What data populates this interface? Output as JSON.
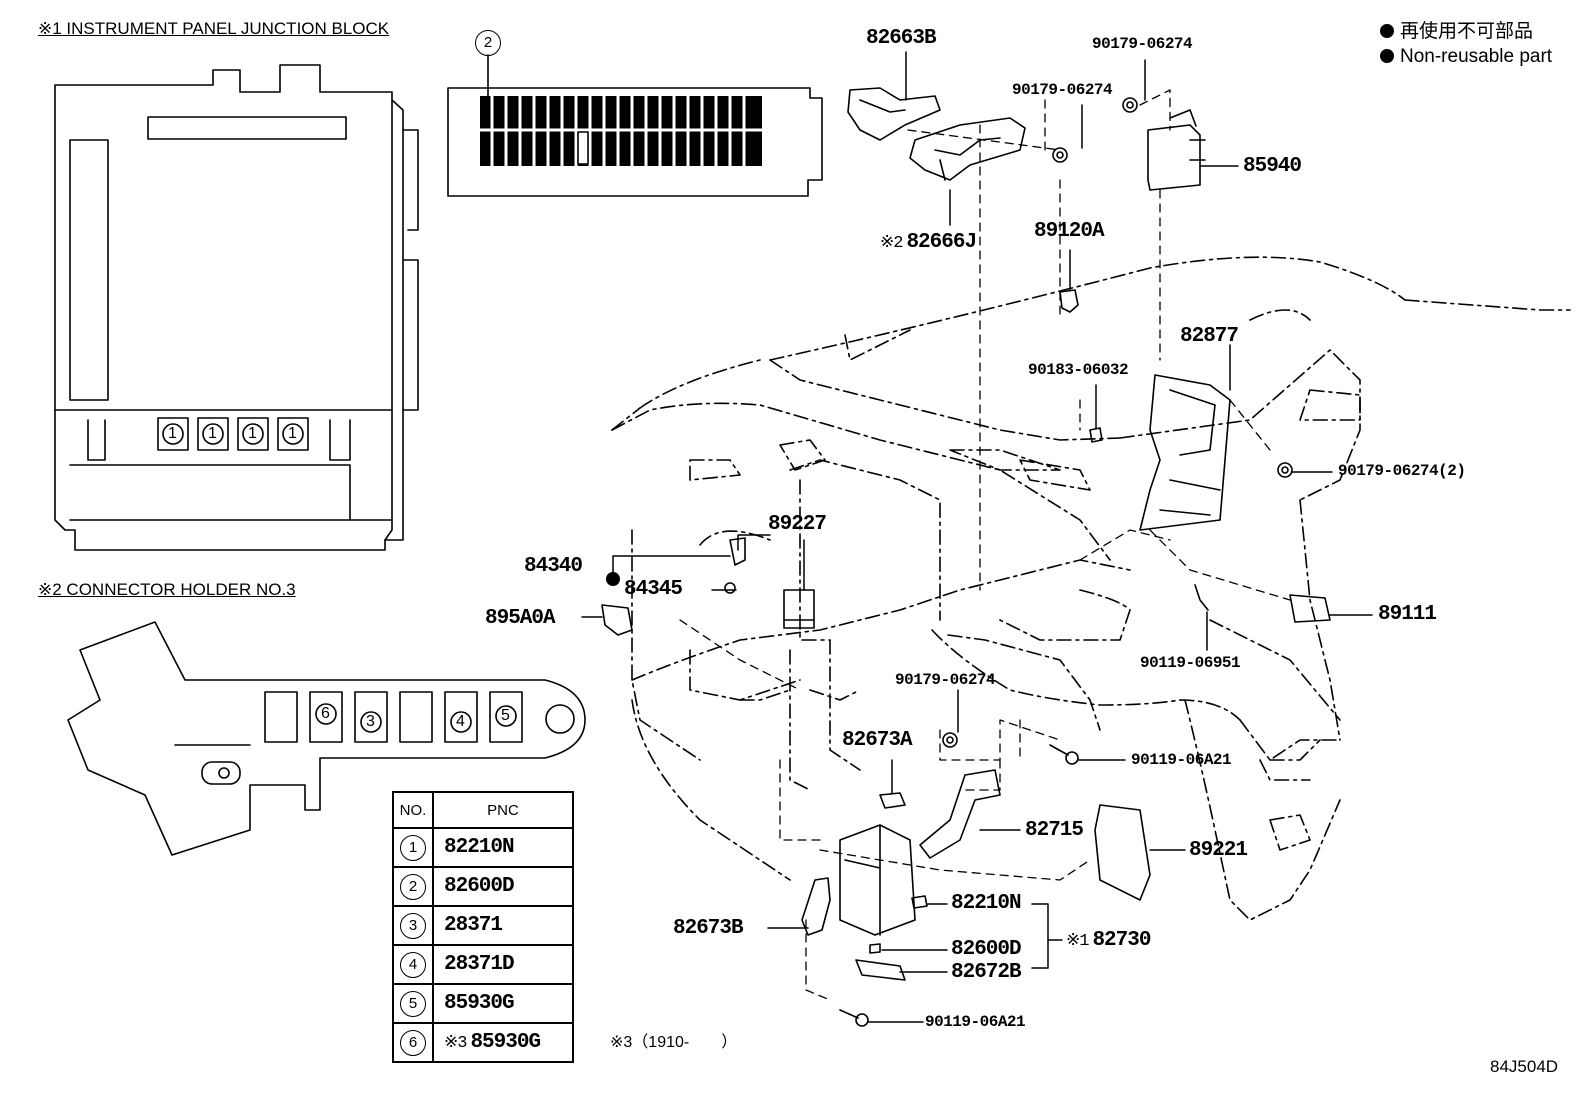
{
  "legend": {
    "line1": "再使用不可部品",
    "line2": "Non-reusable part"
  },
  "captions": {
    "junction_block_title": "※1 INSTRUMENT PANEL JUNCTION BLOCK",
    "connector_holder_title": "※2 CONNECTOR HOLDER NO.3",
    "note3": "※3（1910-　　）",
    "diagram_code": "84J504D"
  },
  "callouts": {
    "c1": "1",
    "c2": "2",
    "c3": "3",
    "c4": "4",
    "c5": "5",
    "c6": "6"
  },
  "parts": {
    "p82663B": "82663B",
    "p90179_a": "90179-06274",
    "p90179_b": "90179-06274",
    "p85940": "85940",
    "p82666J_ref": "※2",
    "p82666J": "82666J",
    "p89120A": "89120A",
    "p82877": "82877",
    "p90183": "90183-06032",
    "p90179_2": "90179-06274(2)",
    "p89227": "89227",
    "p84340": "84340",
    "p84345": "84345",
    "p895A0A": "895A0A",
    "p89111": "89111",
    "p90119_06951": "90119-06951",
    "p90179_c": "90179-06274",
    "p82673A": "82673A",
    "p90119_a": "90119-06A21",
    "p82715": "82715",
    "p89221": "89221",
    "p82210N": "82210N",
    "p82730_ref": "※1",
    "p82730": "82730",
    "p82673B": "82673B",
    "p82600D": "82600D",
    "p82672B": "82672B",
    "p90119_b": "90119-06A21"
  },
  "table": {
    "header_no": "NO.",
    "header_pnc": "PNC",
    "rows": [
      {
        "no": "1",
        "pnc": "82210N",
        "prefix": ""
      },
      {
        "no": "2",
        "pnc": "82600D",
        "prefix": ""
      },
      {
        "no": "3",
        "pnc": "28371",
        "prefix": ""
      },
      {
        "no": "4",
        "pnc": "28371D",
        "prefix": ""
      },
      {
        "no": "5",
        "pnc": "85930G",
        "prefix": ""
      },
      {
        "no": "6",
        "pnc": "85930G",
        "prefix": "※3"
      }
    ]
  }
}
